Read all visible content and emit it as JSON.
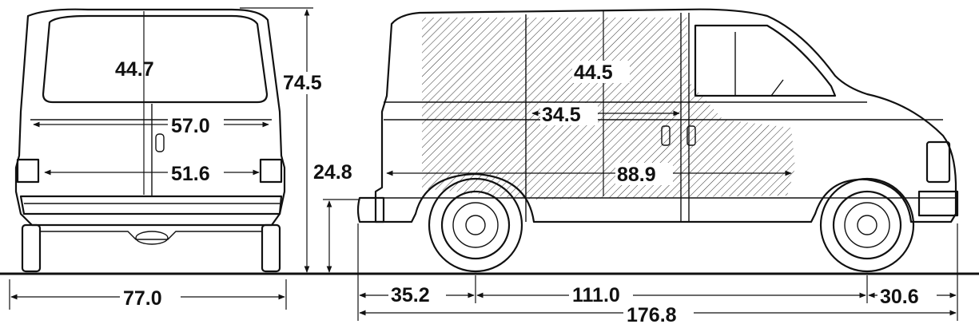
{
  "dimensions": {
    "rear_window_height": "44.7",
    "overall_height": "74.5",
    "rear_track_upper": "57.0",
    "rear_track_lower": "51.6",
    "ground_clearance": "24.8",
    "overall_width": "77.0",
    "cargo_height": "44.5",
    "cargo_width": "34.5",
    "cargo_length": "88.9",
    "rear_overhang": "35.2",
    "wheelbase": "111.0",
    "overall_length": "176.8",
    "front_overhang": "30.6"
  }
}
